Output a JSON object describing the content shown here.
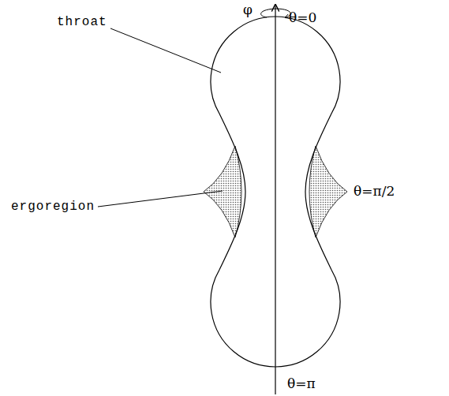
{
  "diagram": {
    "labels": [
      "φ",
      "θ=0",
      "throat",
      "θ=π/2",
      "ergoregion",
      "θ=π"
    ]
  }
}
